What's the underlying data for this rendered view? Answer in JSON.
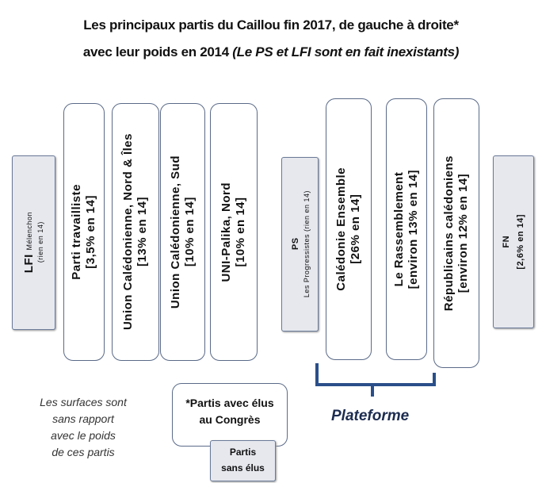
{
  "title": {
    "line1": "Les principaux partis du Caillou fin 2017, de gauche à droite*",
    "line2_plain": "avec leur poids en 2014 ",
    "line2_italic": "(Le PS et LFI sont en fait inexistants)"
  },
  "parties": [
    {
      "name": "LFI",
      "sub": "Mélenchon",
      "note": "(rien en 14)"
    },
    {
      "name": "Parti travailliste",
      "weight": "[3,5% en 14]"
    },
    {
      "name": "Union Calédonienne, Nord & Îles",
      "weight": "[13% en 14]"
    },
    {
      "name": "Union Calédonienne, Sud",
      "weight": "[10% en 14]"
    },
    {
      "name": "UNI-Palika, Nord",
      "weight": "[10% en 14]"
    },
    {
      "name": "PS",
      "sub": "Les Progressistes",
      "note": "(rien en 14)"
    },
    {
      "name": "Calédonie Ensemble",
      "weight": "[26% en 14]"
    },
    {
      "name": "Le Rassemblement",
      "weight": "[environ 13% en 14]"
    },
    {
      "name": "Républicains calédoniens",
      "weight": "[environ 12% en 14]"
    },
    {
      "name": "FN",
      "weight": "[2,6% en 14]"
    }
  ],
  "bracket_label": "Plateforme",
  "note": [
    "Les surfaces sont",
    "sans rapport",
    "avec le poids",
    "de ces partis"
  ],
  "legend": {
    "with_elected_1": "*Partis avec élus",
    "with_elected_2": "au Congrès",
    "without_elected_1": "Partis",
    "without_elected_2": "sans élus"
  },
  "colors": {
    "border": "#5a6a88",
    "grey_fill": "#e6e8ee",
    "bracket": "#2a4f8a"
  }
}
